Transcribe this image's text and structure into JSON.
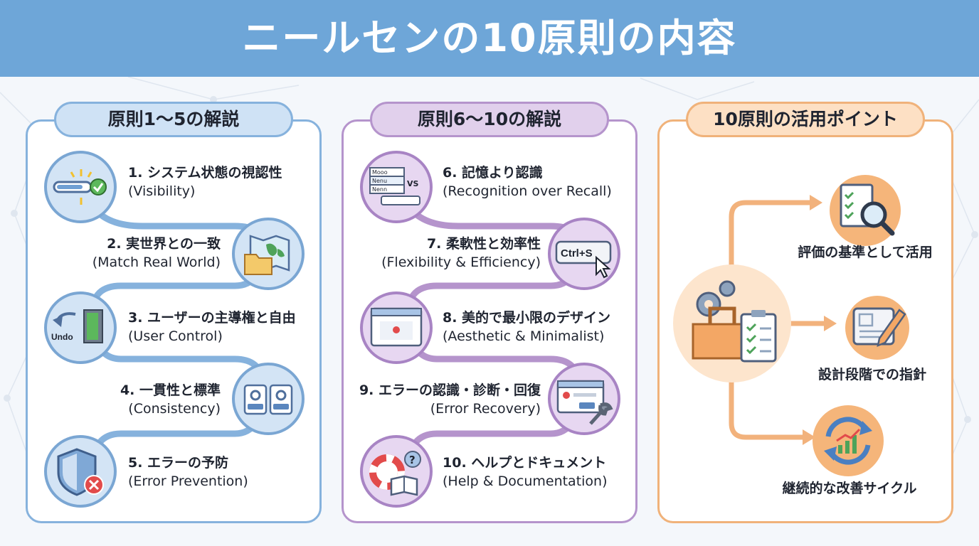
{
  "title": "ニールセンの10原則の内容",
  "panels": {
    "left": {
      "title": "原則1〜5の解説",
      "items": [
        {
          "heading": "1. システム状態の視認性",
          "english": "(Visibility)",
          "icon": "progress-check-icon"
        },
        {
          "heading": "2. 実世界との一致",
          "english": "(Match Real World)",
          "icon": "map-folder-icon"
        },
        {
          "heading": "3. ユーザーの主導権と自由",
          "english": "(User Control)",
          "icon": "undo-door-icon",
          "icon_text": "Undo"
        },
        {
          "heading": "4. 一貫性と標準",
          "english": "(Consistency)",
          "icon": "consistent-cards-icon"
        },
        {
          "heading": "5. エラーの予防",
          "english": "(Error Prevention)",
          "icon": "shield-error-icon"
        }
      ]
    },
    "middle": {
      "title": "原則6〜10の解説",
      "items": [
        {
          "heading": "6. 記憶より認識",
          "english": "(Recognition over Recall)",
          "icon": "menu-vs-input-icon",
          "icon_text": [
            "Mooo",
            "Nenu",
            "Nenn",
            "VS"
          ]
        },
        {
          "heading": "7. 柔軟性と効率性",
          "english": "(Flexibility & Efficiency)",
          "icon": "keyboard-shortcut-icon",
          "icon_text": "Ctrl+S"
        },
        {
          "heading": "8. 美的で最小限のデザイン",
          "english": "(Aesthetic & Minimalist)",
          "icon": "minimal-window-icon"
        },
        {
          "heading": "9. エラーの認識・診断・回復",
          "english": "(Error Recovery)",
          "icon": "error-dialog-wrench-icon"
        },
        {
          "heading": "10. ヘルプとドキュメント",
          "english": "(Help & Documentation)",
          "icon": "lifebuoy-book-icon"
        }
      ]
    },
    "right": {
      "title": "10原則の活用ポイント",
      "hub_icon": "toolbox-checklist-icon",
      "items": [
        {
          "label": "評価の基準として活用",
          "icon": "checklist-magnifier-icon"
        },
        {
          "label": "設計段階での指針",
          "icon": "tablet-pencil-icon"
        },
        {
          "label": "継続的な改善サイクル",
          "icon": "improvement-cycle-icon"
        }
      ]
    }
  },
  "colors": {
    "banner": "#6ea6d8",
    "blue_accent": "#86b2dd",
    "purple_accent": "#b594cc",
    "orange_accent": "#f0b27a",
    "background": "#f4f7fb"
  }
}
